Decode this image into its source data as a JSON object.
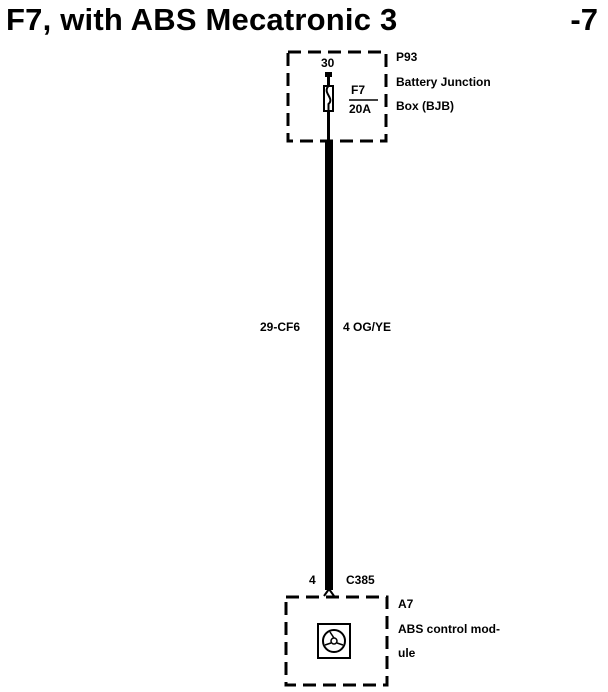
{
  "header": {
    "title": "F7, with ABS Mecatronic 3",
    "page_number": "-7"
  },
  "junction_box": {
    "id": "P93",
    "name_line1": "Battery Junction",
    "name_line2": "Box (BJB)",
    "terminal": "30",
    "fuse_name": "F7",
    "fuse_rating": "20A"
  },
  "wire": {
    "circuit": "29-CF6",
    "size_color": "4 OG/YE"
  },
  "connector": {
    "pin": "4",
    "id": "C385"
  },
  "module": {
    "id": "A7",
    "name_line1": "ABS control mod-",
    "name_line2": "ule",
    "icon": "abs-icon"
  }
}
